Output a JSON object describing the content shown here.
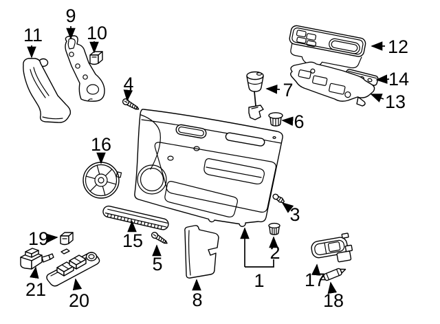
{
  "diagram": {
    "type": "exploded-parts-diagram",
    "background_color": "#ffffff",
    "line_color": "#000000",
    "label_color": "#000000",
    "callouts": {
      "n1": {
        "label": "1",
        "part": "door-trim-panel"
      },
      "n2": {
        "label": "2",
        "part": "grommet-lower"
      },
      "n3": {
        "label": "3",
        "part": "push-rivet-clip"
      },
      "n4": {
        "label": "4",
        "part": "screw-upper"
      },
      "n5": {
        "label": "5",
        "part": "screw-lower"
      },
      "n6": {
        "label": "6",
        "part": "grommet-upper"
      },
      "n7": {
        "label": "7",
        "part": "lock-knob"
      },
      "n8": {
        "label": "8",
        "part": "storage-pocket"
      },
      "n9": {
        "label": "9",
        "part": "pull-handle-bracket"
      },
      "n10": {
        "label": "10",
        "part": "retainer-clip"
      },
      "n11": {
        "label": "11",
        "part": "armrest-handle-cover"
      },
      "n12": {
        "label": "12",
        "part": "switch-bezel"
      },
      "n13": {
        "label": "13",
        "part": "switch-housing"
      },
      "n14": {
        "label": "14",
        "part": "switch-plate"
      },
      "n15": {
        "label": "15",
        "part": "sill-trim-strip"
      },
      "n16": {
        "label": "16",
        "part": "speaker"
      },
      "n17": {
        "label": "17",
        "part": "courtesy-lamp"
      },
      "n18": {
        "label": "18",
        "part": "festoon-bulb"
      },
      "n19": {
        "label": "19",
        "part": "small-clip"
      },
      "n20": {
        "label": "20",
        "part": "window-switch-cluster"
      },
      "n21": {
        "label": "21",
        "part": "single-switch"
      }
    }
  }
}
